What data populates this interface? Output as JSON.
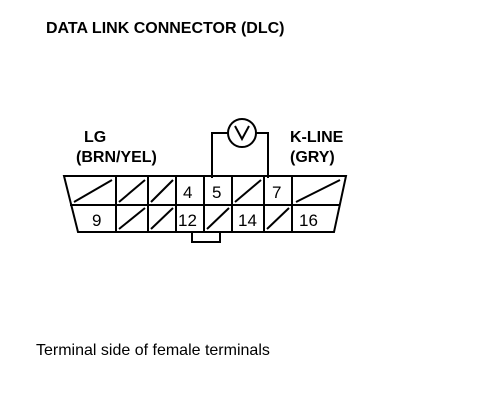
{
  "title": "DATA LINK CONNECTOR (DLC)",
  "caption": "Terminal side of female terminals",
  "labels": {
    "lg": "LG",
    "lg_color": "(BRN/YEL)",
    "kline": "K-LINE",
    "kline_color": "(GRY)"
  },
  "pins": {
    "top": [
      "4",
      "5",
      "7"
    ],
    "bottom": [
      "9",
      "12",
      "14",
      "16"
    ]
  },
  "meter_symbol": "V"
}
